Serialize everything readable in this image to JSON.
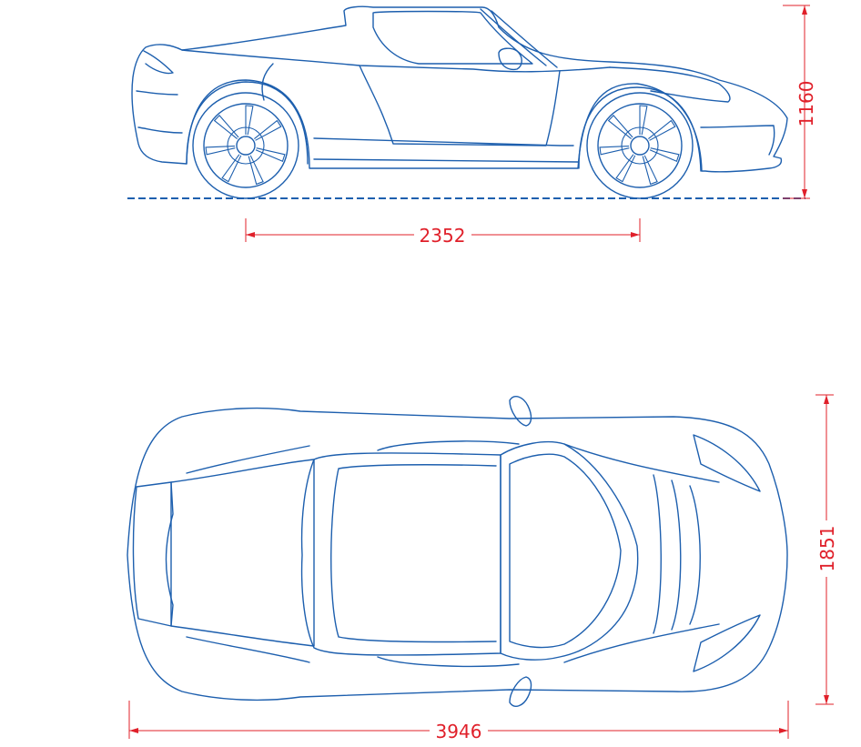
{
  "dimensions": {
    "height": "1160",
    "wheelbase": "2352",
    "width": "1851",
    "length": "3946"
  },
  "colors": {
    "outline": "#1d5fae",
    "dimension": "#e0202a",
    "background": "#ffffff"
  }
}
